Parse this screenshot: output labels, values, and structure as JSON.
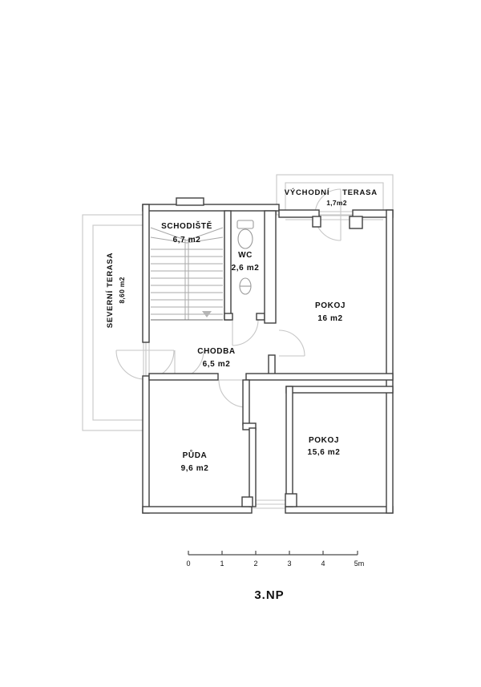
{
  "page_title": "3.NP",
  "plan": {
    "rooms": [
      {
        "id": "schodiste",
        "name": "SCHODIŠTĚ",
        "area": "6,7 m2"
      },
      {
        "id": "wc",
        "name": "WC",
        "area": "2,6 m2"
      },
      {
        "id": "pokoj-east",
        "name": "POKOJ",
        "area": "16 m2"
      },
      {
        "id": "chodba",
        "name": "CHODBA",
        "area": "6,5 m2"
      },
      {
        "id": "puda",
        "name": "PŮDA",
        "area": "9,6 m2"
      },
      {
        "id": "pokoj-south",
        "name": "POKOJ",
        "area": "15,6 m2"
      }
    ],
    "terraces": {
      "north": {
        "name": "SEVERNÍ  TERASA",
        "area": "8,60 m2"
      },
      "east": {
        "word1": "VÝCHODNÍ",
        "word2": "TERASA",
        "area": "1,7m2"
      }
    }
  },
  "scale_bar": {
    "tick_labels": [
      "0",
      "1",
      "2",
      "3",
      "4",
      "5m"
    ]
  },
  "colors": {
    "wall": "#3f3f3f",
    "thin_line": "#c6c6c6",
    "stair_line": "#a8a8a8",
    "text": "#111111",
    "background": "#ffffff"
  }
}
